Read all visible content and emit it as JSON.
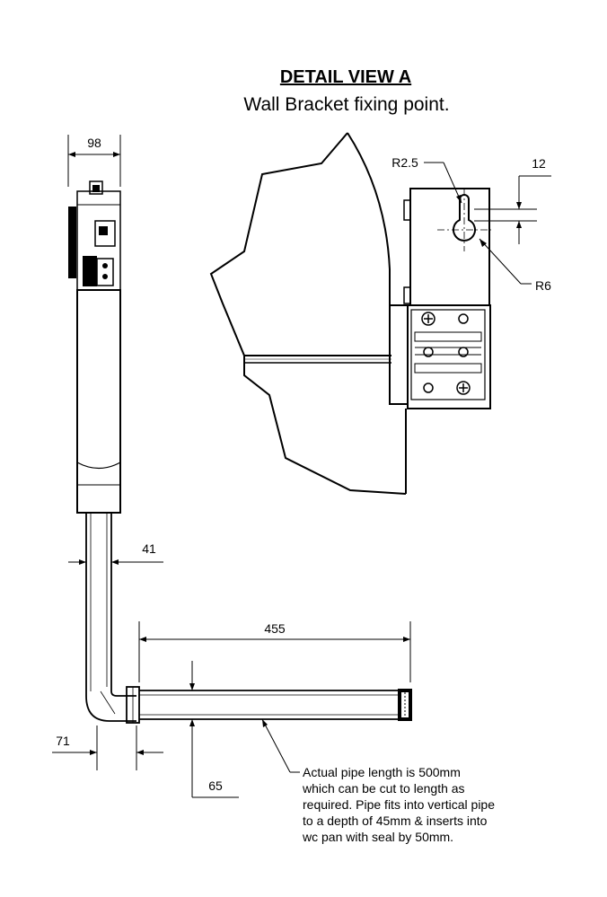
{
  "title": "DETAIL VIEW A",
  "subtitle": "Wall Bracket fixing point.",
  "dimensions": {
    "cistern_width": "98",
    "pipe_diameter_vertical": "41",
    "bend_offset": "71",
    "pipe_length_horizontal": "455",
    "pipe_diameter_horizontal": "65",
    "keyhole_slot_width": "12",
    "keyhole_small_radius": "R2.5",
    "keyhole_large_radius": "R6"
  },
  "note": {
    "lines": [
      "Actual pipe length is 500mm",
      "which can be cut to length as",
      "required. Pipe fits into vertical pipe",
      "to a depth of 45mm & inserts into",
      "wc pan with seal by 50mm."
    ]
  }
}
